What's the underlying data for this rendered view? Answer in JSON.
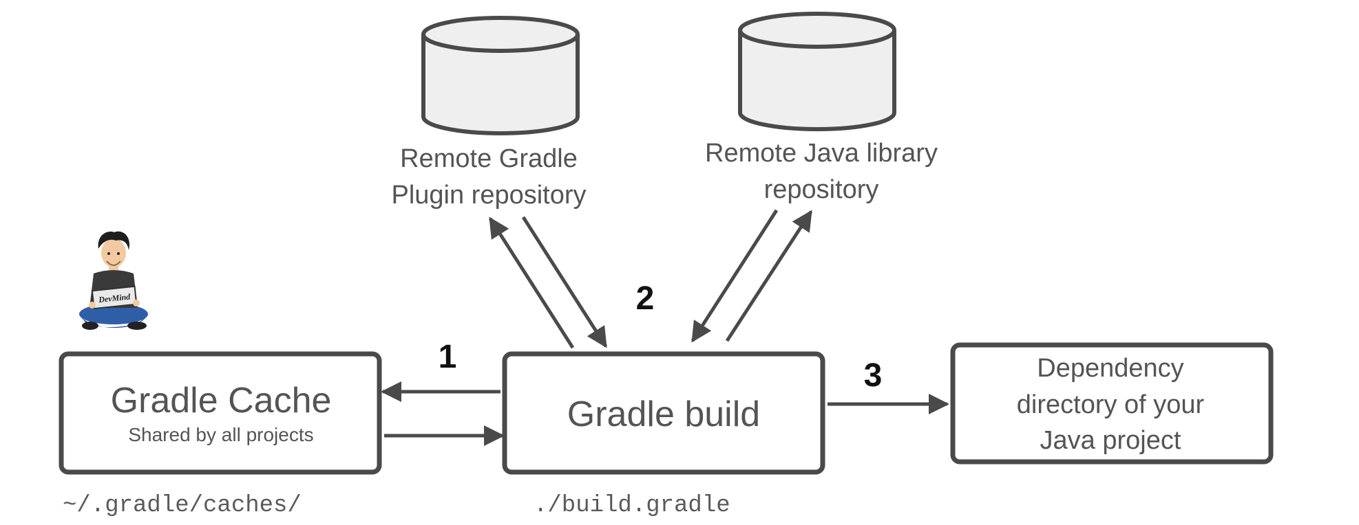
{
  "repositories": {
    "gradle_plugin": {
      "line1": "Remote Gradle",
      "line2": "Plugin repository"
    },
    "java_library": {
      "line1": "Remote Java library",
      "line2": "repository"
    }
  },
  "boxes": {
    "gradle_cache": {
      "title": "Gradle Cache",
      "subtitle": "Shared by all projects",
      "path": "~/.gradle/caches/"
    },
    "gradle_build": {
      "title": "Gradle build",
      "path": "./build.gradle"
    },
    "dependency_dir": {
      "line1": "Dependency",
      "line2": "directory of your",
      "line3": "Java project"
    }
  },
  "steps": {
    "one": "1",
    "two": "2",
    "three": "3"
  },
  "mascot": {
    "laptop_text": "DevMind"
  },
  "colors": {
    "stroke": "#4a4a4a",
    "cylinder_fill": "#efefef",
    "text": "#545454"
  }
}
